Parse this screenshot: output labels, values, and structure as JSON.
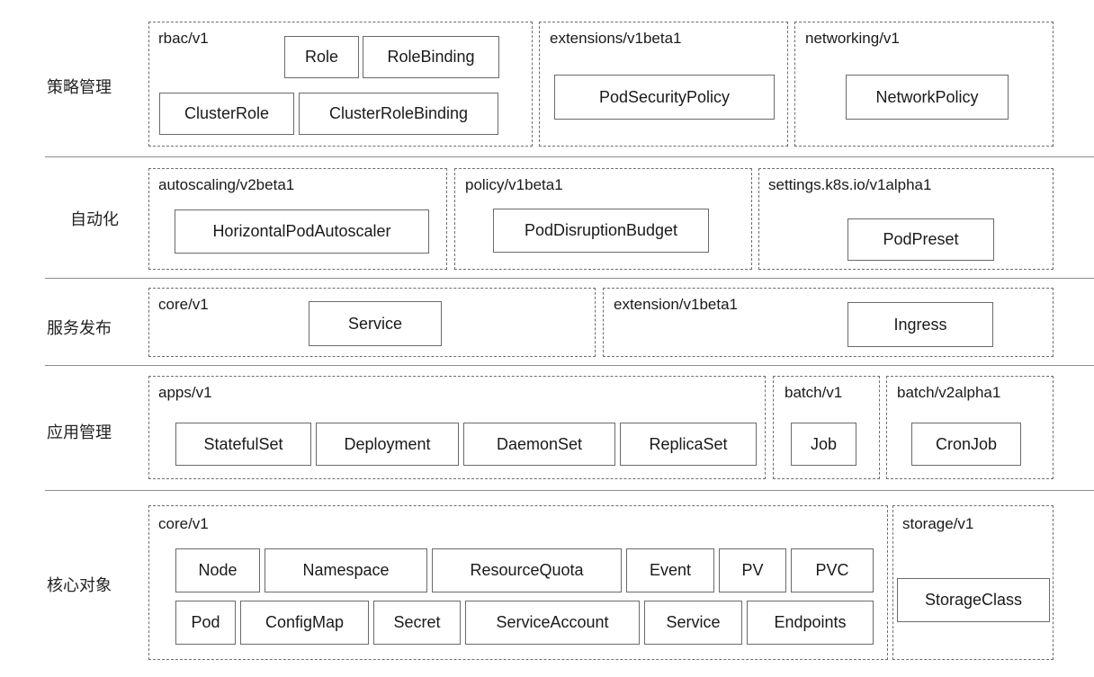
{
  "rows": {
    "policy": {
      "label": "策略管理",
      "rbac": {
        "title": "rbac/v1",
        "items": [
          "Role",
          "RoleBinding",
          "ClusterRole",
          "ClusterRoleBinding"
        ]
      },
      "extensions": {
        "title": "extensions/v1beta1",
        "items": [
          "PodSecurityPolicy"
        ]
      },
      "networking": {
        "title": "networking/v1",
        "items": [
          "NetworkPolicy"
        ]
      }
    },
    "automation": {
      "label": "自动化",
      "autoscaling": {
        "title": "autoscaling/v2beta1",
        "items": [
          "HorizontalPodAutoscaler"
        ]
      },
      "policy": {
        "title": "policy/v1beta1",
        "items": [
          "PodDisruptionBudget"
        ]
      },
      "settings": {
        "title": "settings.k8s.io/v1alpha1",
        "items": [
          "PodPreset"
        ]
      }
    },
    "service": {
      "label": "服务发布",
      "core": {
        "title": "core/v1",
        "items": [
          "Service"
        ]
      },
      "extension": {
        "title": "extension/v1beta1",
        "items": [
          "Ingress"
        ]
      }
    },
    "apps": {
      "label": "应用管理",
      "apps": {
        "title": "apps/v1",
        "items": [
          "StatefulSet",
          "Deployment",
          "DaemonSet",
          "ReplicaSet"
        ]
      },
      "batch": {
        "title": "batch/v1",
        "items": [
          "Job"
        ]
      },
      "batch2": {
        "title": "batch/v2alpha1",
        "items": [
          "CronJob"
        ]
      }
    },
    "core": {
      "label": "核心对象",
      "core": {
        "title": "core/v1",
        "items": [
          "Node",
          "Namespace",
          "ResourceQuota",
          "Event",
          "PV",
          "PVC",
          "Pod",
          "ConfigMap",
          "Secret",
          "ServiceAccount",
          "Service",
          "Endpoints"
        ]
      },
      "storage": {
        "title": "storage/v1",
        "items": [
          "StorageClass"
        ]
      }
    }
  }
}
